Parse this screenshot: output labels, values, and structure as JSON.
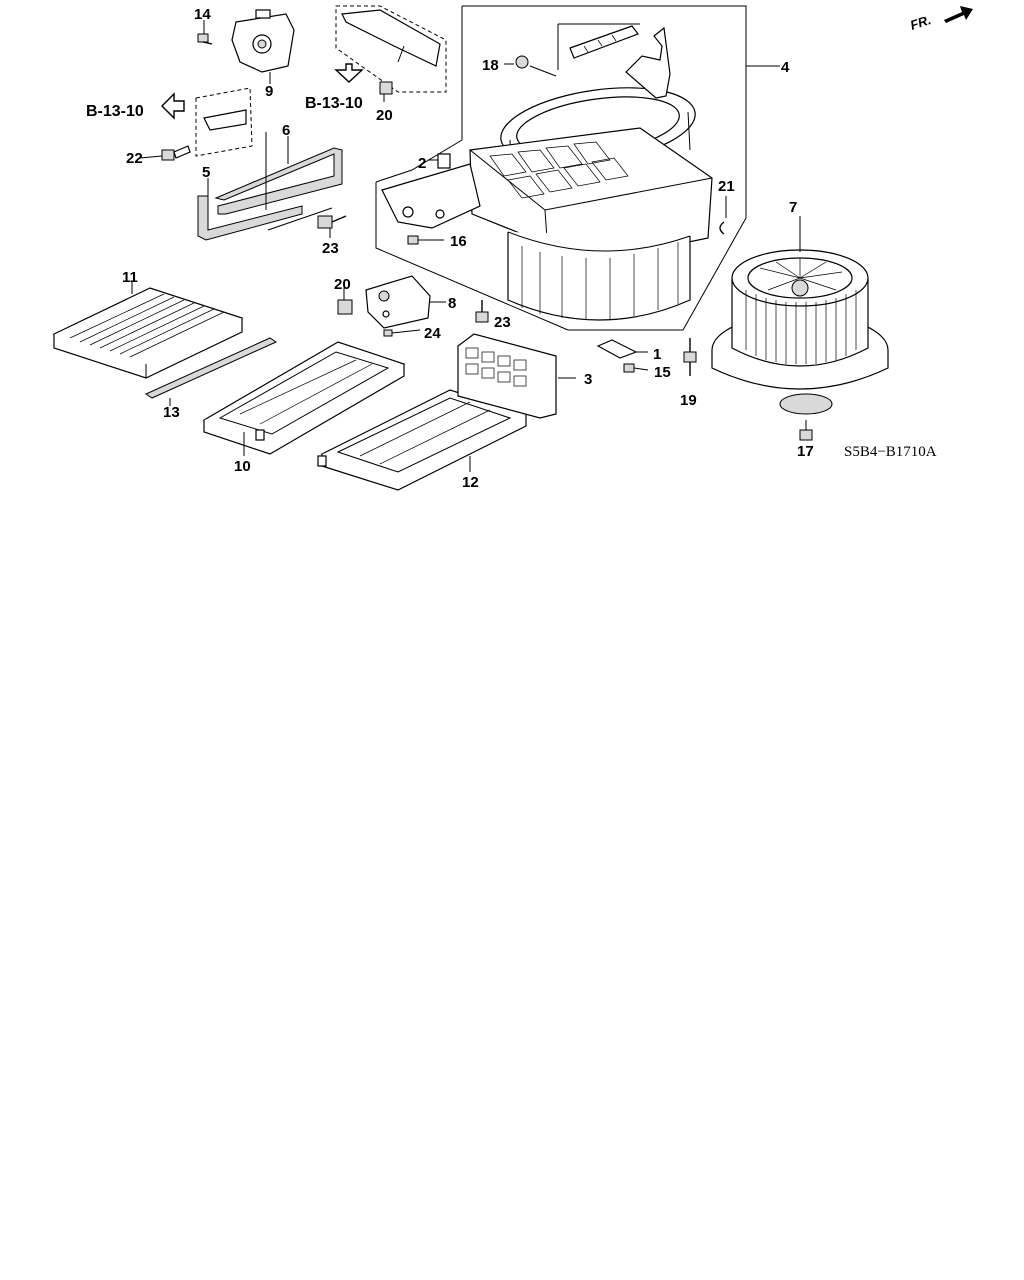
{
  "diagram": {
    "drawing_code": "S5B4−B1710A",
    "direction_label": "FR.",
    "reference_labels": [
      "B-13-10",
      "B-13-10"
    ],
    "callouts": [
      "1",
      "2",
      "3",
      "4",
      "5",
      "6",
      "7",
      "8",
      "9",
      "10",
      "11",
      "12",
      "13",
      "14",
      "15",
      "16",
      "17",
      "18",
      "19",
      "20",
      "20",
      "21",
      "22",
      "23",
      "23",
      "24"
    ]
  }
}
